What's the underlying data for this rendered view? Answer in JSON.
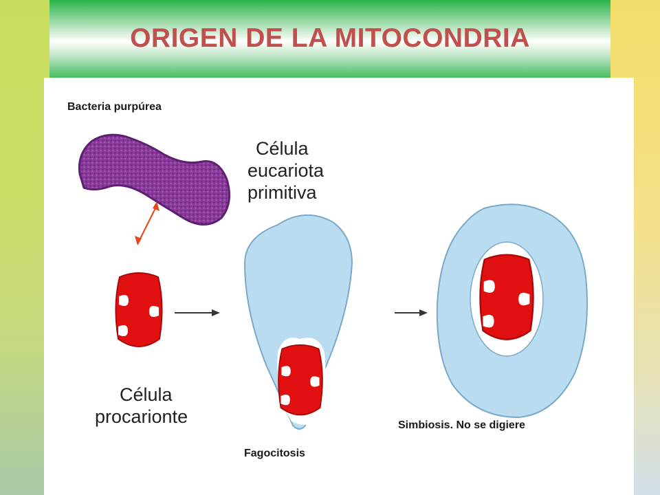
{
  "slide": {
    "title": "ORIGEN DE LA MITOCONDRIA"
  },
  "labels": {
    "bacteria": "Bacteria purpúrea",
    "fagocitosis": "Fagocitosis",
    "simbiosis": "Simbiosis. No se digiere"
  },
  "figure": {
    "eukaryote_line1": "Célula",
    "eukaryote_line2": "eucariota",
    "eukaryote_line3": "primitiva",
    "prokaryote_line1": "Célula",
    "prokaryote_line2": "procarionte"
  },
  "colors": {
    "title": "#c0504d",
    "bacteria_purple": "#7b2a8c",
    "cell_red": "#e01010",
    "cytoplasm_blue": "#b9dcf0",
    "pointer_arrow": "#e8461e"
  }
}
